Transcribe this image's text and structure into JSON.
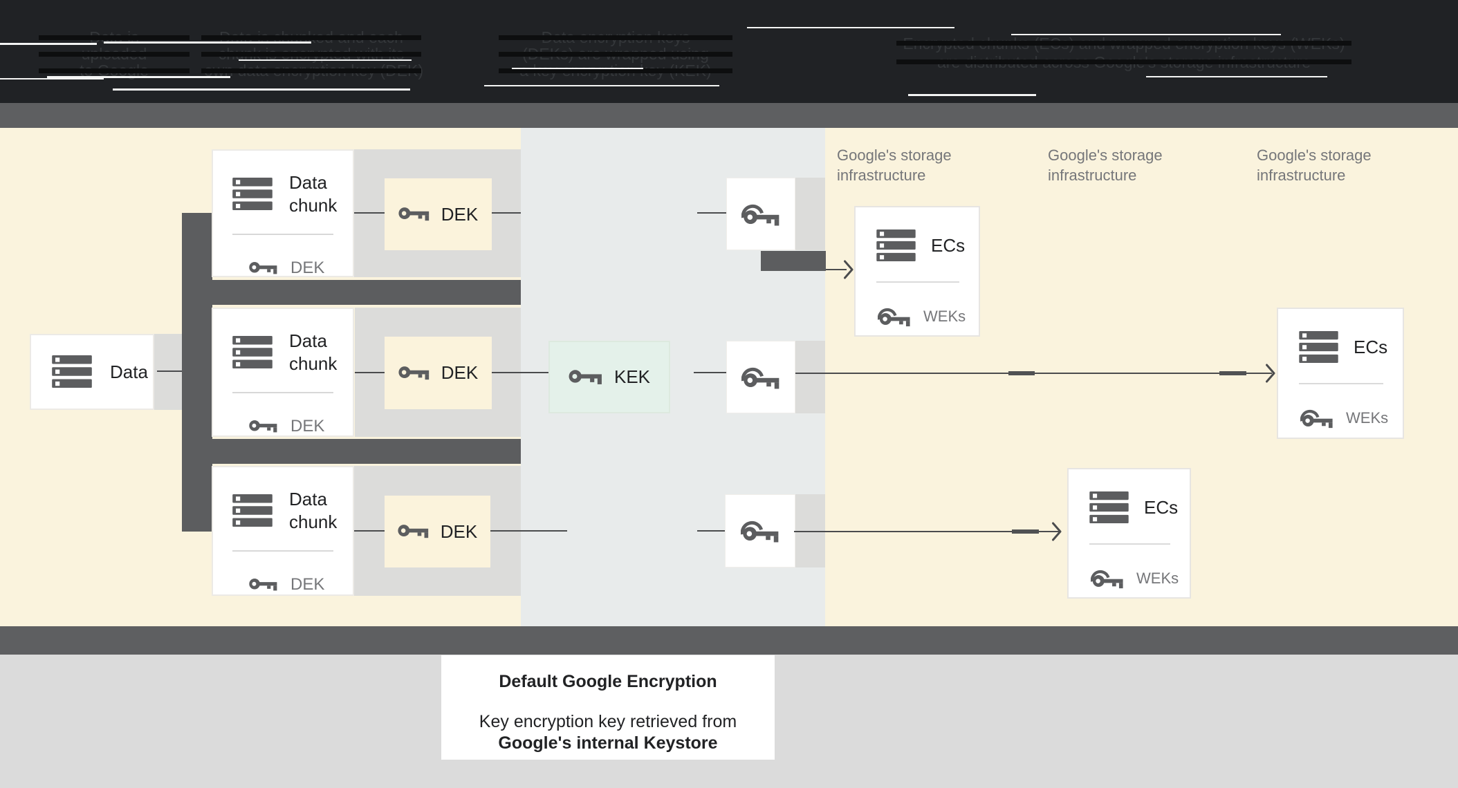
{
  "header": {
    "steps": [
      {
        "lines": [
          "Data is",
          "uploaded",
          "to Google"
        ]
      },
      {
        "lines": [
          "Data is chunked and each",
          "chunk is encrypted with its",
          "own data encryption key (DEK)"
        ]
      },
      {
        "lines": [
          "Data encryption keys",
          "(DEKs) are wrapped using",
          "a key encryption key (KEK)"
        ]
      },
      {
        "lines": [
          "Encrypted chunks (ECs) and wrapped encryption keys (WEKs)",
          "are distributed across Google's storage infrastructure"
        ]
      }
    ]
  },
  "diagram": {
    "storage_labels": [
      "Google's storage infrastructure",
      "Google's storage infrastructure",
      "Google's storage infrastructure"
    ],
    "data_box": {
      "label": "Data",
      "icon": "server-icon"
    },
    "chunk_boxes": [
      {
        "title": "Data chunk",
        "key_icon": "key-icon",
        "key_label": "DEK"
      },
      {
        "title": "Data chunk",
        "key_icon": "key-icon",
        "key_label": "DEK"
      },
      {
        "title": "Data chunk",
        "key_icon": "key-icon",
        "key_label": "DEK"
      }
    ],
    "dek_boxes": [
      {
        "label": "DEK",
        "icon": "key-icon"
      },
      {
        "label": "DEK",
        "icon": "key-icon"
      },
      {
        "label": "DEK",
        "icon": "key-icon"
      }
    ],
    "kek_box": {
      "label": "KEK",
      "icon": "key-icon"
    },
    "wrap_boxes": [
      {
        "icon": "key-arc-icon"
      },
      {
        "icon": "key-arc-icon"
      },
      {
        "icon": "key-arc-icon"
      }
    ],
    "ec_boxes": [
      {
        "title": "ECs",
        "icon": "server-icon",
        "key_icon": "key-arc-icon",
        "key_label": "WEKs"
      },
      {
        "title": "ECs",
        "icon": "server-icon",
        "key_icon": "key-arc-icon",
        "key_label": "WEKs"
      },
      {
        "title": "ECs",
        "icon": "server-icon",
        "key_icon": "key-arc-icon",
        "key_label": "WEKs"
      }
    ]
  },
  "caption": {
    "title": "Default Google Encryption",
    "body_line1": "Key encryption key retrieved from",
    "body_line2": "Google's internal Keystore"
  },
  "colors": {
    "header_bg": "#202225",
    "bar": "#5E5F61",
    "cream": "#FAF3DD",
    "mid_zone": "#E8EBEB",
    "strip": "#DCDCDA",
    "footer": "#DBDBDB",
    "element_dark": "#5C5D5F",
    "kek_fill": "#E4F1EA",
    "dek_fill": "#FBF3DC",
    "text_dark": "#212224",
    "text_gray": "#757679",
    "line": "#4A4B4D"
  }
}
